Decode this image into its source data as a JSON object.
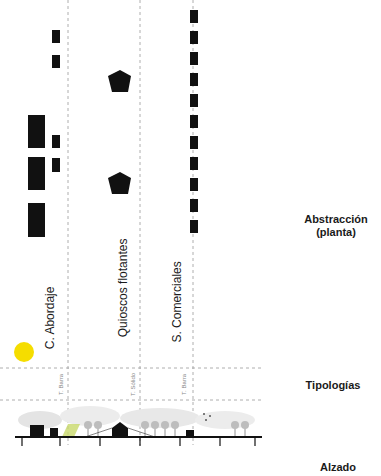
{
  "diagram": {
    "labels": [
      "C. Abordaje",
      "Quioscos flotantes",
      "S. Comerciales",
      "T. Barra",
      "T. Sólido",
      "T. Barra",
      "Abstracción (planta)",
      "Tipologías",
      "Alzado"
    ]
  }
}
